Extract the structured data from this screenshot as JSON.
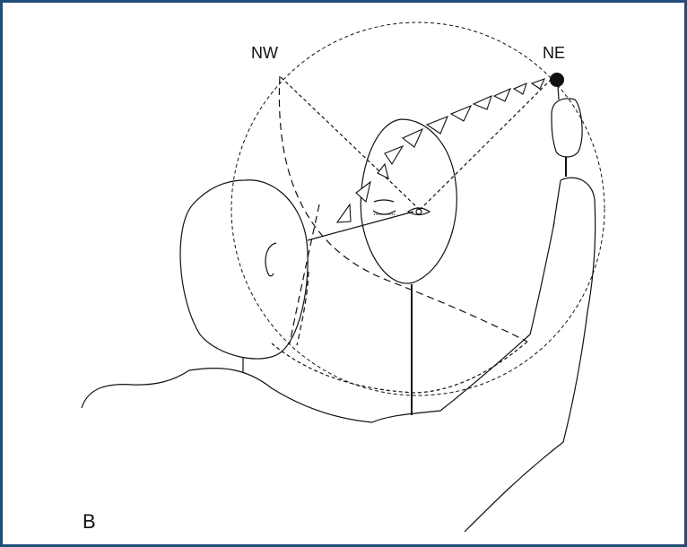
{
  "labels": {
    "nw": "NW",
    "ne": "NE",
    "panel": "B"
  },
  "colors": {
    "frame_border": "#1f4e79",
    "line": "#111111",
    "background": "#ffffff"
  },
  "icons": {
    "target": "filled-dot-icon",
    "sweep": "triangle-arrow-icon"
  }
}
